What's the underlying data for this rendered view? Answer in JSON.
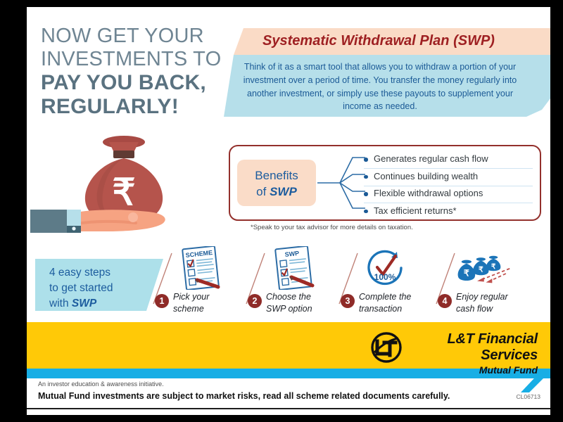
{
  "headline": {
    "line1": "NOW GET YOUR",
    "line2": "INVESTMENTS TO",
    "line3": "PAY YOU BACK,",
    "line4": "REGULARLY!"
  },
  "header_panel": {
    "title": "Systematic Withdrawal Plan (SWP)",
    "body": "Think of it as a smart tool that allows you to withdraw a portion of your investment over a period of time. You transfer the money regularly into another investment, or simply use these payouts to supplement your income as needed.",
    "title_bg": "#fadbc6",
    "body_bg": "#b6dfea",
    "title_color": "#9e2022",
    "body_color": "#1b5a96"
  },
  "illustration": {
    "name": "hand-holding-money-bag",
    "currency_symbol": "₹",
    "bag_color": "#b5544c",
    "hand_color": "#f6a382",
    "sleeve_color": "#5d7b88"
  },
  "benefits": {
    "label_line1": "Benefits",
    "label_line2_prefix": "of ",
    "label_line2_em": "SWP",
    "items": [
      "Generates regular cash flow",
      "Continues building wealth",
      "Flexible withdrawal options",
      "Tax efficient returns*"
    ],
    "border_color": "#93302c",
    "label_bg": "#fadcc8"
  },
  "footnote": "*Speak to your tax advisor for more details on taxation.",
  "steps_banner": {
    "line1": "4 easy steps",
    "line2": "to get started",
    "line3_prefix": "with ",
    "line3_em": "SWP",
    "bg": "#ade0ea"
  },
  "steps": [
    {
      "number": "1",
      "label_line1": "Pick your",
      "label_line2": "scheme",
      "icon": "scheme-checklist-icon",
      "icon_title": "SCHEME"
    },
    {
      "number": "2",
      "label_line1": "Choose the",
      "label_line2": "SWP option",
      "icon": "swp-checklist-icon",
      "icon_title": "SWP"
    },
    {
      "number": "3",
      "label_line1": "Complete the",
      "label_line2": "transaction",
      "icon": "completion-check-icon",
      "icon_title": "100%"
    },
    {
      "number": "4",
      "label_line1": "Enjoy regular",
      "label_line2": "cash flow",
      "icon": "money-bags-icon",
      "icon_title": "₹"
    }
  ],
  "footer": {
    "brand_line1": "L&T Financial Services",
    "brand_line2": "Mutual Fund",
    "bar_color": "#ffc907",
    "accent_color": "#18aee5",
    "disclaimer_small": "An investor education & awareness initiative.",
    "disclaimer_bold": "Mutual Fund investments are subject to market risks, read all scheme related documents carefully.",
    "code": "CL06713"
  }
}
